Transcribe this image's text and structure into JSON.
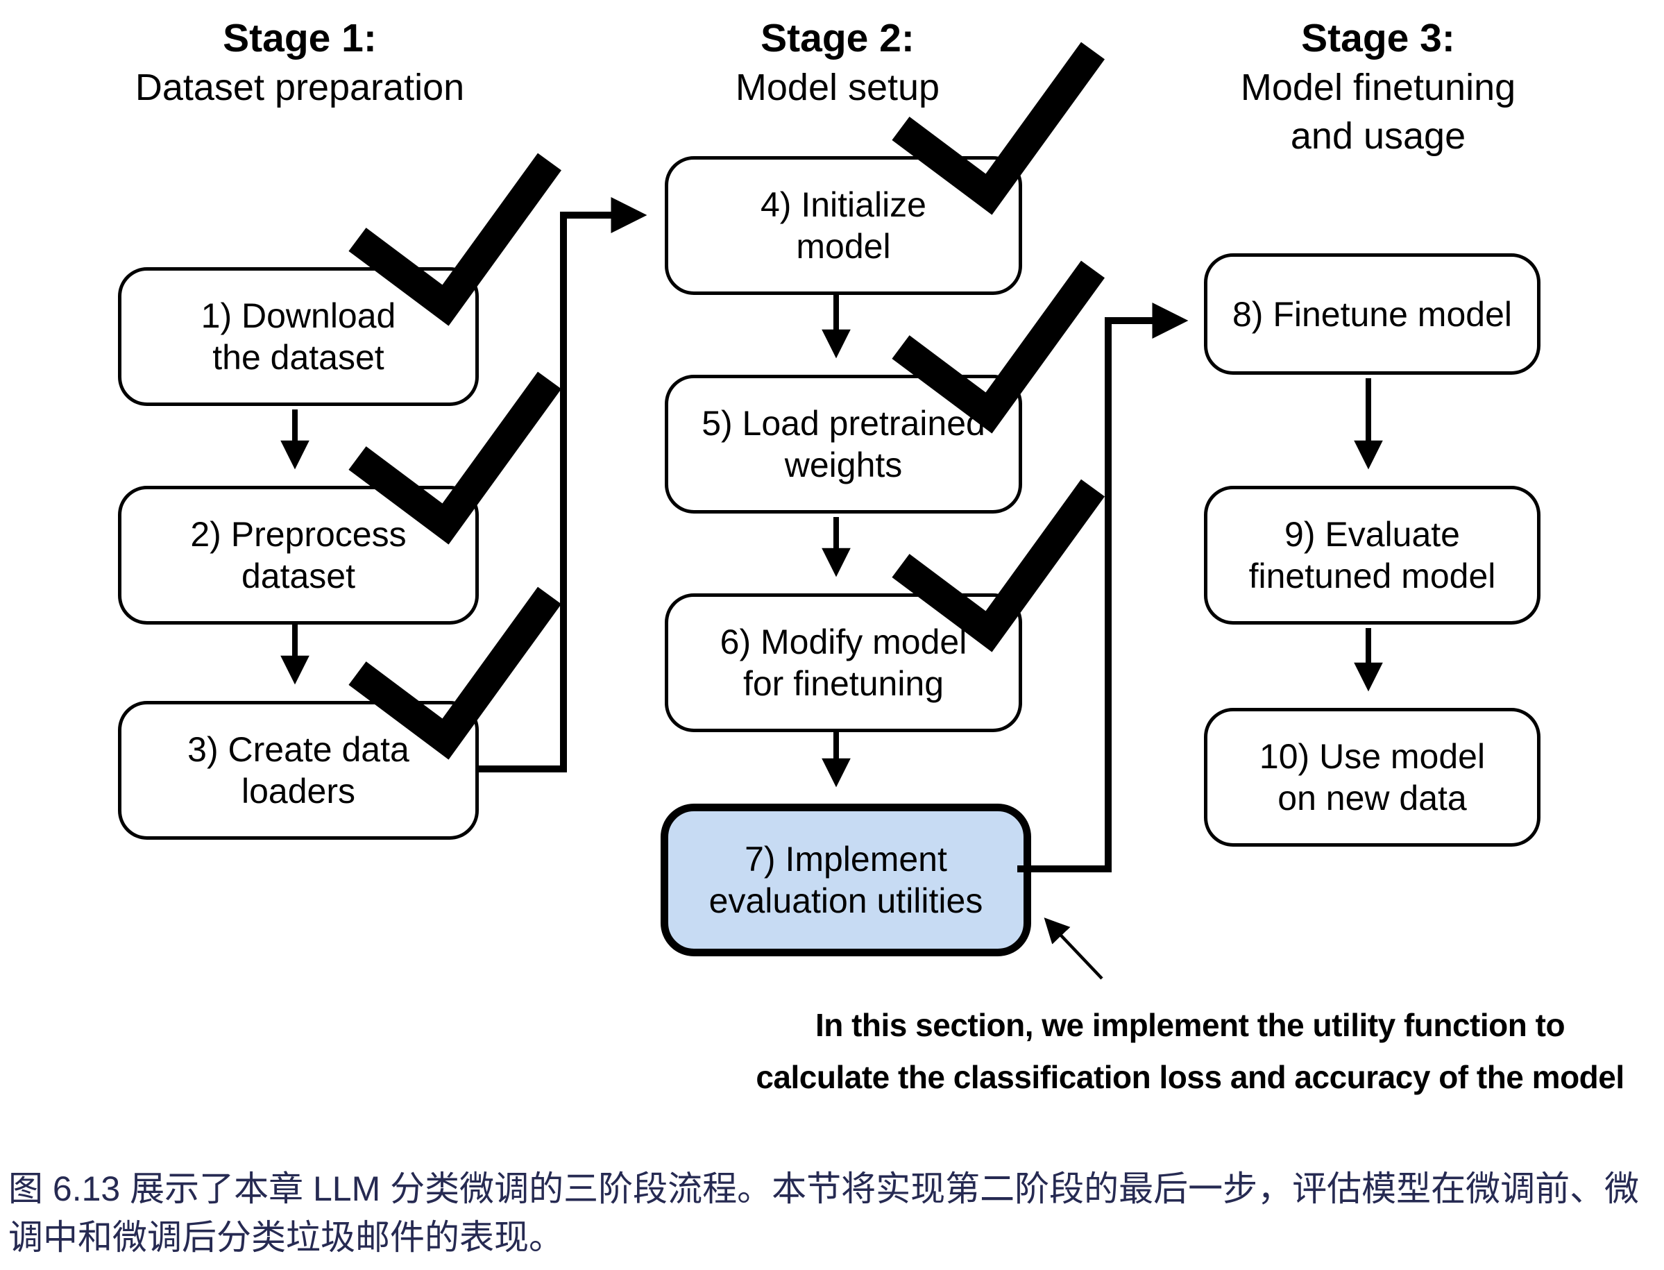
{
  "figure": {
    "stage1": {
      "title": "Stage 1:",
      "sub1": "Dataset preparation",
      "sub2": ""
    },
    "stage2": {
      "title": "Stage 2:",
      "sub1": "Model setup",
      "sub2": ""
    },
    "stage3": {
      "title": "Stage 3:",
      "sub1": "Model finetuning",
      "sub2": "and usage"
    },
    "boxes": {
      "b1": {
        "line1": "1) Download",
        "line2": "the dataset",
        "checked": true
      },
      "b2": {
        "line1": "2) Preprocess",
        "line2": "dataset",
        "checked": true
      },
      "b3": {
        "line1": "3) Create data",
        "line2": "loaders",
        "checked": true
      },
      "b4": {
        "line1": "4) Initialize",
        "line2": "model",
        "checked": true
      },
      "b5": {
        "line1": "5) Load pretrained",
        "line2": "weights",
        "checked": true
      },
      "b6": {
        "line1": "6) Modify model",
        "line2": "for finetuning",
        "checked": true
      },
      "b7": {
        "line1": "7) Implement",
        "line2": "evaluation utilities",
        "checked": false,
        "highlighted": true
      },
      "b8": {
        "line1": "8) Finetune model",
        "line2": "",
        "checked": false
      },
      "b9": {
        "line1": "9) Evaluate",
        "line2": "finetuned model",
        "checked": false
      },
      "b10": {
        "line1": "10) Use model",
        "line2": "on new data",
        "checked": false
      }
    },
    "annotation": {
      "line1": "In this section, we implement the utility function to",
      "line2": "calculate the classification loss and accuracy of the model"
    }
  },
  "caption": {
    "line1": "图 6.13 展示了本章 LLM 分类微调的三阶段流程。本节将实现第二阶段的最后一步，评估模型在微调前、微",
    "line2": "调中和微调后分类垃圾邮件的表现。"
  },
  "colors": {
    "highlight_fill": "#c7dbf3",
    "caption_text": "#262a52",
    "line_color": "#000000"
  }
}
